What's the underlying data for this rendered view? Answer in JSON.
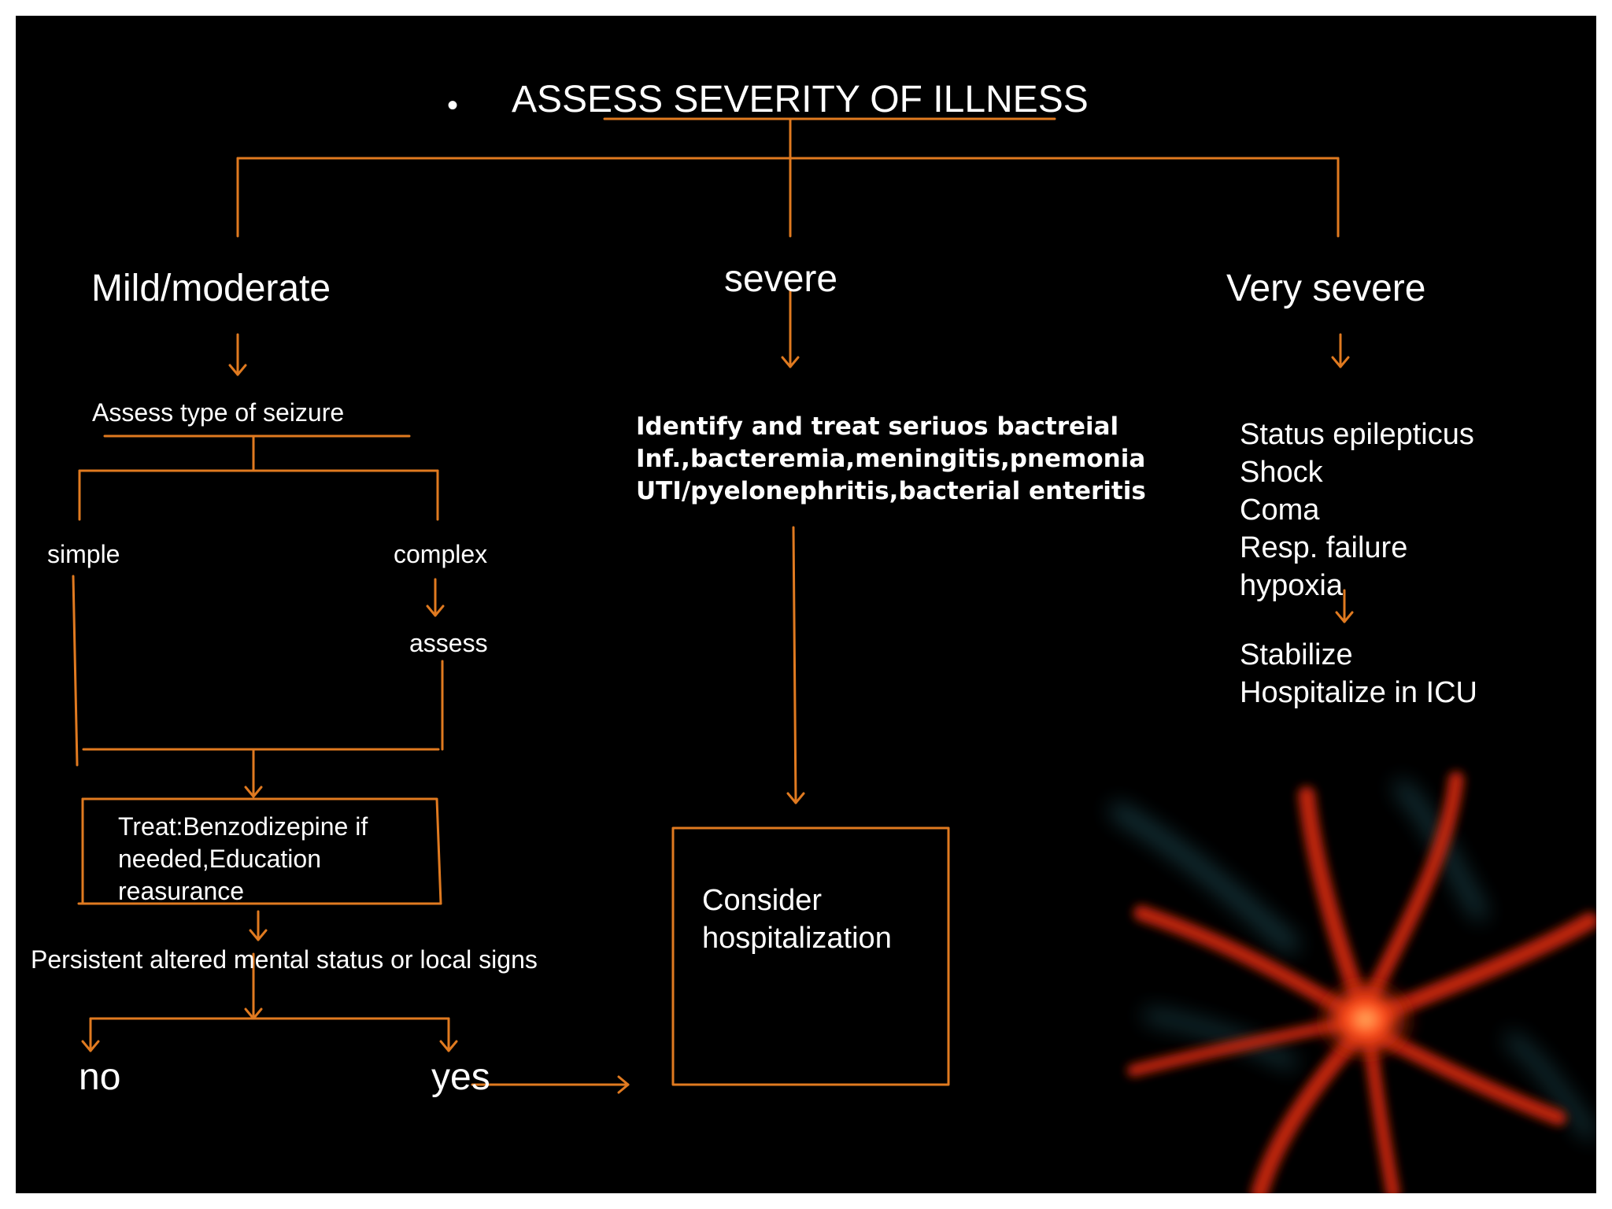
{
  "title": {
    "bullet": "•",
    "text": "ASSESS SEVERITY OF ILLNESS"
  },
  "branches": {
    "mild": "Mild/moderate",
    "severe": "severe",
    "very_severe": "Very severe"
  },
  "mild": {
    "assess_type": "Assess type of seizure",
    "simple": "simple",
    "complex": "complex",
    "assess": "assess",
    "treat": [
      "Treat:Benzodizepine if",
      "needed,Education",
      "reasurance"
    ],
    "persistent": "Persistent altered mental status or local signs",
    "no": "no",
    "yes": "yes"
  },
  "severe": {
    "identify": [
      "Identify and treat seriuos bactreial",
      "Inf.,bacteremia,meningitis,pnemonia",
      "UTI/pyelonephritis,bacterial enteritis"
    ],
    "consider": [
      "Consider",
      "hospitalization"
    ]
  },
  "very_severe": {
    "list": [
      "Status epilepticus",
      "Shock",
      "Coma",
      "Resp. failure",
      "hypoxia"
    ],
    "actions": [
      "Stabilize",
      "Hospitalize in ICU"
    ]
  },
  "colors": {
    "background": "#000000",
    "line": "#e07a20",
    "text": "#ffffff",
    "neuron": "#e8401a"
  }
}
